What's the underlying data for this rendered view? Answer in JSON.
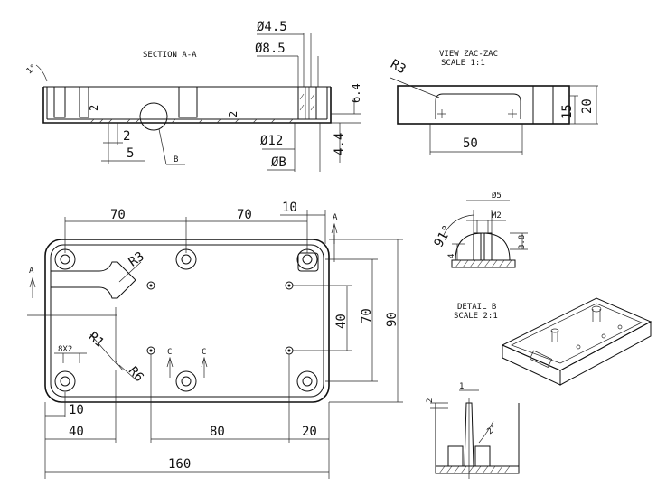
{
  "titles": {
    "section_aa": "SECTION A-A",
    "view_zac": "VIEW ZAC-ZAC",
    "view_zac_scale": "SCALE 1:1",
    "detail_b": "DETAIL B",
    "detail_b_scale": "SCALE 2:1"
  },
  "section": {
    "d_4_5": "Ø4.5",
    "d_8_5": "Ø8.5",
    "d_12": "Ø12",
    "d_8": "ØB",
    "h_6_4": "6.4",
    "h_4_4": "4.4",
    "wall_2_left": "2",
    "wall_2_mid": "2",
    "step_2": "2",
    "step_5": "5",
    "detail_ref_b": "B",
    "angle_1": "1°"
  },
  "view_zac": {
    "radius": "R3",
    "width_50": "50",
    "h_15": "15",
    "h_20": "20"
  },
  "plan": {
    "top_70_left": "70",
    "top_70_right": "70",
    "top_10": "10",
    "radius_r3": "R3",
    "radius_r1": "R1",
    "radius_r6": "R6",
    "holes_8x2": "8X2",
    "right_40": "40",
    "right_70": "70",
    "right_90": "90",
    "bottom_10": "10",
    "bottom_40": "40",
    "bottom_80": "80",
    "bottom_20": "20",
    "overall_160": "160",
    "section_a_top": "A",
    "section_a_left": "A",
    "section_c_left": "C",
    "section_c_right": "C"
  },
  "detail": {
    "d_5": "Ø5",
    "m2": "M2",
    "h_3_8": "3.8",
    "h_4": "4",
    "angle_91": "91°"
  },
  "wall_detail": {
    "w_1": "1",
    "h_2": "2",
    "angle_2": "2°"
  }
}
